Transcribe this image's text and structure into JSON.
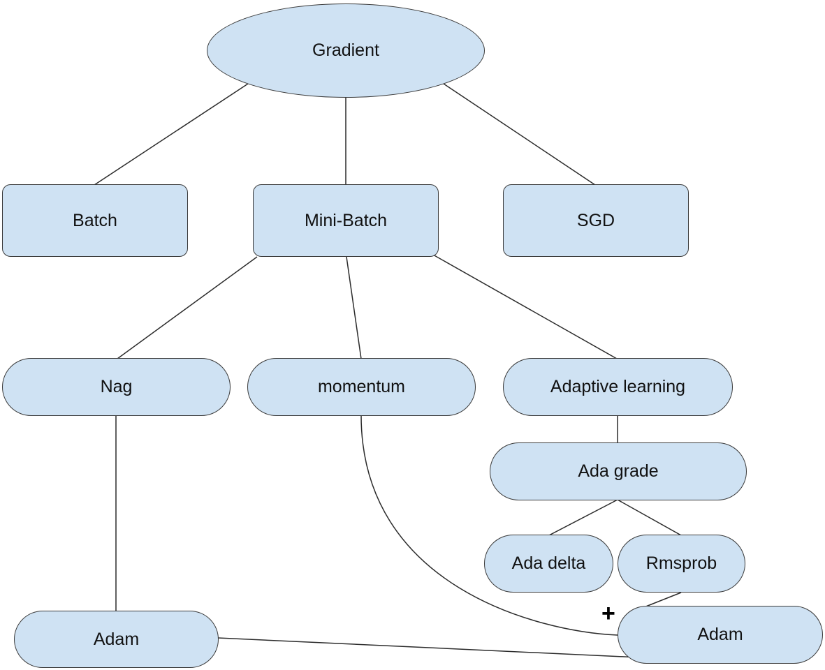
{
  "nodes": {
    "gradient": "Gradient",
    "batch": "Batch",
    "mini_batch": "Mini-Batch",
    "sgd": "SGD",
    "nag": "Nag",
    "momentum": "momentum",
    "adaptive_learning": "Adaptive learning",
    "ada_grade": "Ada grade",
    "ada_delta": "Ada delta",
    "rmsprob": "Rmsprob",
    "adam_left": "Adam",
    "adam_right": "Adam"
  },
  "symbols": {
    "plus": "+"
  },
  "colors": {
    "node_fill": "#cfe2f3",
    "stroke": "#3a3a3a"
  }
}
